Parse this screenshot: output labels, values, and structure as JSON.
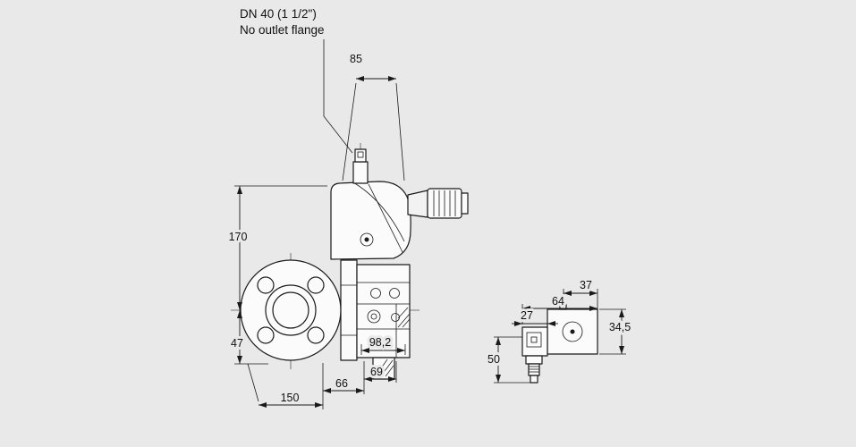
{
  "colors": {
    "background": "#e9e9e9",
    "line": "#1a1a1a"
  },
  "title": {
    "line1": "DN 40 (1 1/2\")",
    "line2": "No outlet flange"
  },
  "main_view": {
    "dim_width_top": "85",
    "dim_height_upper": "170",
    "dim_height_lower": "47",
    "dim_flange_diameter": "150",
    "dim_center_to_flange_face": "66",
    "dim_center_to_body_edge": "69",
    "dim_depth": "98,2"
  },
  "side_view": {
    "dim_block_width": "37",
    "dim_total_width": "64",
    "dim_plug_width": "27",
    "dim_block_height": "34,5",
    "dim_plug_height": "50"
  }
}
